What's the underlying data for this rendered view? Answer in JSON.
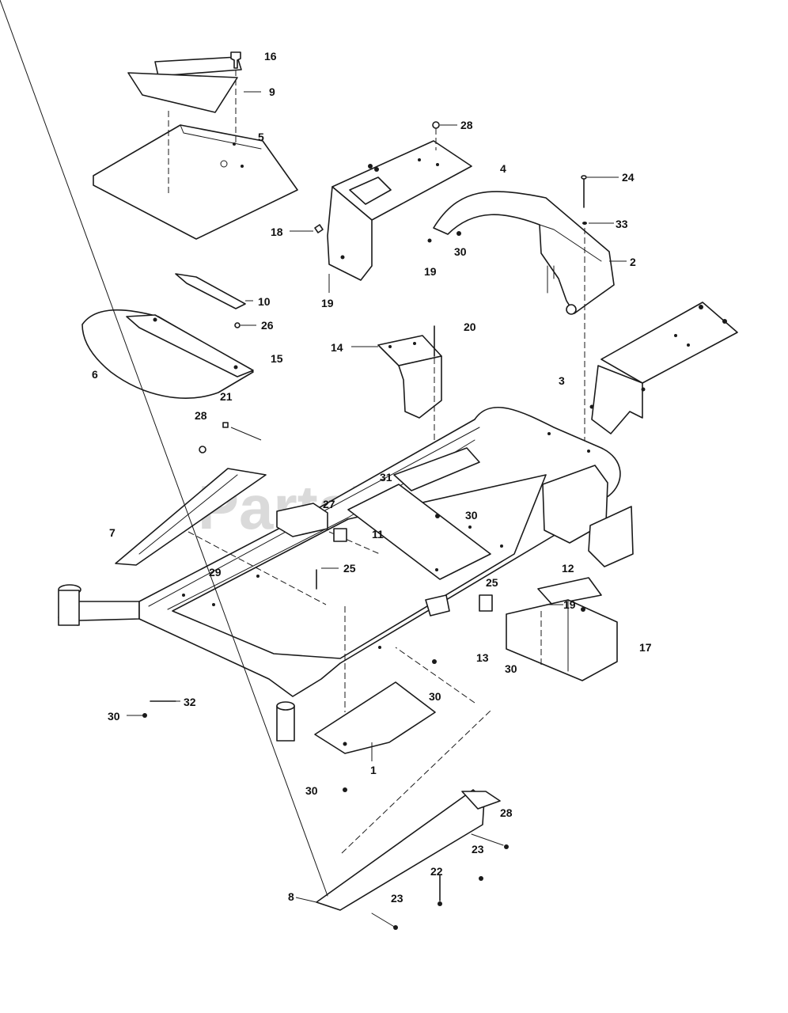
{
  "watermark": "PartsTree",
  "callouts": {
    "c16": "16",
    "c9": "9",
    "c5": "5",
    "c28a": "28",
    "c4": "4",
    "c24": "24",
    "c33": "33",
    "c18": "18",
    "c30a": "30",
    "c2": "2",
    "c19a": "19",
    "c19b": "19",
    "c10": "10",
    "c26": "26",
    "c15": "15",
    "c6": "6",
    "c20": "20",
    "c14": "14",
    "c21": "21",
    "c3": "3",
    "c28b": "28",
    "c31": "31",
    "c27": "27",
    "c30b": "30",
    "c7": "7",
    "c11": "11",
    "c25a": "25",
    "c29": "29",
    "c25b": "25",
    "c12": "12",
    "c19c": "19",
    "c17": "17",
    "c13": "13",
    "c30c": "30",
    "c32": "32",
    "c30d": "30",
    "c30e": "30",
    "c1": "1",
    "c30f": "30",
    "c28c": "28",
    "c23a": "23",
    "c22": "22",
    "c8": "8",
    "c23b": "23"
  }
}
